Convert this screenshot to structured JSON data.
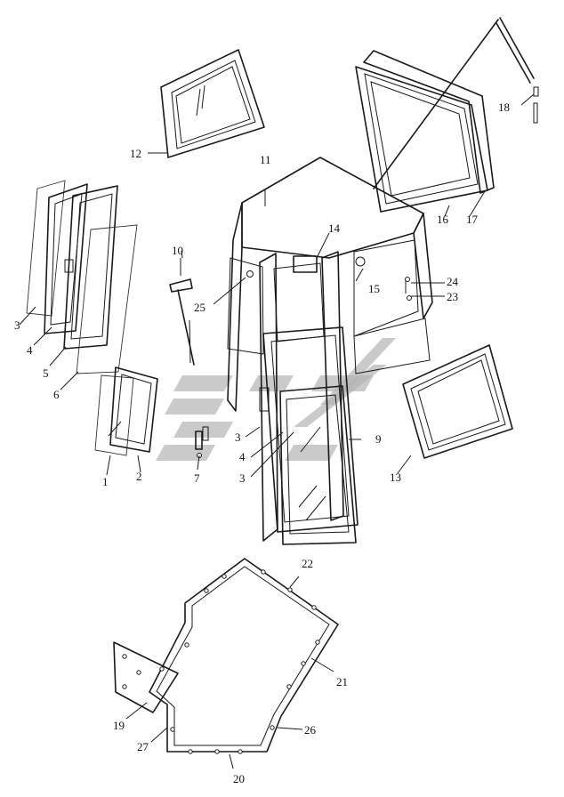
{
  "callouts": {
    "c1": "1",
    "c2": "2",
    "c3a": "3",
    "c3b": "3",
    "c3c": "3",
    "c4a": "4",
    "c4b": "4",
    "c5": "5",
    "c6": "6",
    "c7": "7",
    "c9": "9",
    "c10": "10",
    "c11": "11",
    "c12": "12",
    "c13": "13",
    "c14": "14",
    "c15": "15",
    "c16": "16",
    "c17": "17",
    "c18": "18",
    "c19": "19",
    "c20": "20",
    "c21": "21",
    "c22": "22",
    "c23": "23",
    "c24": "24",
    "c25": "25",
    "c26": "26",
    "c27": "27"
  },
  "colors": {
    "line": "#1a1a1a",
    "watermark": "#b4b4b4"
  }
}
